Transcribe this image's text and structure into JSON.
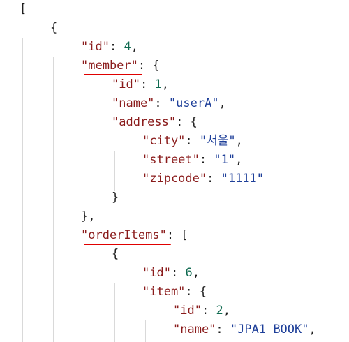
{
  "viewer": {
    "lines": [
      {
        "indent": 0,
        "tokens": [
          {
            "t": "p",
            "v": "["
          }
        ]
      },
      {
        "indent": 1,
        "tokens": [
          {
            "t": "p",
            "v": "{"
          }
        ]
      },
      {
        "indent": 2,
        "tokens": [
          {
            "t": "k",
            "v": "\"id\""
          },
          {
            "t": "p",
            "v": ": "
          },
          {
            "t": "n",
            "v": "4"
          },
          {
            "t": "p",
            "v": ","
          }
        ]
      },
      {
        "indent": 2,
        "tokens": [
          {
            "t": "k",
            "v": "\"member\""
          },
          {
            "t": "p",
            "v": ": {"
          }
        ]
      },
      {
        "indent": 3,
        "tokens": [
          {
            "t": "k",
            "v": "\"id\""
          },
          {
            "t": "p",
            "v": ": "
          },
          {
            "t": "n",
            "v": "1"
          },
          {
            "t": "p",
            "v": ","
          }
        ]
      },
      {
        "indent": 3,
        "tokens": [
          {
            "t": "k",
            "v": "\"name\""
          },
          {
            "t": "p",
            "v": ": "
          },
          {
            "t": "s",
            "v": "\"userA\""
          },
          {
            "t": "p",
            "v": ","
          }
        ]
      },
      {
        "indent": 3,
        "tokens": [
          {
            "t": "k",
            "v": "\"address\""
          },
          {
            "t": "p",
            "v": ": {"
          }
        ]
      },
      {
        "indent": 4,
        "tokens": [
          {
            "t": "k",
            "v": "\"city\""
          },
          {
            "t": "p",
            "v": ": "
          },
          {
            "t": "s",
            "v": "\"서울\""
          },
          {
            "t": "p",
            "v": ","
          }
        ]
      },
      {
        "indent": 4,
        "tokens": [
          {
            "t": "k",
            "v": "\"street\""
          },
          {
            "t": "p",
            "v": ": "
          },
          {
            "t": "s",
            "v": "\"1\""
          },
          {
            "t": "p",
            "v": ","
          }
        ]
      },
      {
        "indent": 4,
        "tokens": [
          {
            "t": "k",
            "v": "\"zipcode\""
          },
          {
            "t": "p",
            "v": ": "
          },
          {
            "t": "s",
            "v": "\"1111\""
          }
        ]
      },
      {
        "indent": 3,
        "tokens": [
          {
            "t": "p",
            "v": "}"
          }
        ]
      },
      {
        "indent": 2,
        "tokens": [
          {
            "t": "p",
            "v": "},"
          }
        ]
      },
      {
        "indent": 2,
        "tokens": [
          {
            "t": "k",
            "v": "\"orderItems\""
          },
          {
            "t": "p",
            "v": ": ["
          }
        ]
      },
      {
        "indent": 3,
        "tokens": [
          {
            "t": "p",
            "v": "{"
          }
        ]
      },
      {
        "indent": 4,
        "tokens": [
          {
            "t": "k",
            "v": "\"id\""
          },
          {
            "t": "p",
            "v": ": "
          },
          {
            "t": "n",
            "v": "6"
          },
          {
            "t": "p",
            "v": ","
          }
        ]
      },
      {
        "indent": 4,
        "tokens": [
          {
            "t": "k",
            "v": "\"item\""
          },
          {
            "t": "p",
            "v": ": {"
          }
        ]
      },
      {
        "indent": 5,
        "tokens": [
          {
            "t": "k",
            "v": "\"id\""
          },
          {
            "t": "p",
            "v": ": "
          },
          {
            "t": "n",
            "v": "2"
          },
          {
            "t": "p",
            "v": ","
          }
        ]
      },
      {
        "indent": 5,
        "tokens": [
          {
            "t": "k",
            "v": "\"name\""
          },
          {
            "t": "p",
            "v": ": "
          },
          {
            "t": "s",
            "v": "\"JPA1 BOOK\""
          },
          {
            "t": "p",
            "v": ","
          }
        ]
      }
    ],
    "guides": [
      {
        "level": 1,
        "from": 1,
        "to": 17
      },
      {
        "level": 2,
        "from": 2,
        "to": 17
      },
      {
        "level": 3,
        "from": 4,
        "to": 10
      },
      {
        "level": 4,
        "from": 7,
        "to": 9
      },
      {
        "level": 3,
        "from": 13,
        "to": 17
      },
      {
        "level": 4,
        "from": 14,
        "to": 17
      },
      {
        "level": 5,
        "from": 16,
        "to": 17
      }
    ],
    "highlights": [
      {
        "line": 3,
        "key": "member"
      },
      {
        "line": 12,
        "key": "orderItems"
      }
    ],
    "colors": {
      "key": "#8a1b1b",
      "string": "#1e3f99",
      "number": "#0f6a50",
      "punctuation": "#1f1f1f",
      "annotation": "#e00000"
    }
  }
}
